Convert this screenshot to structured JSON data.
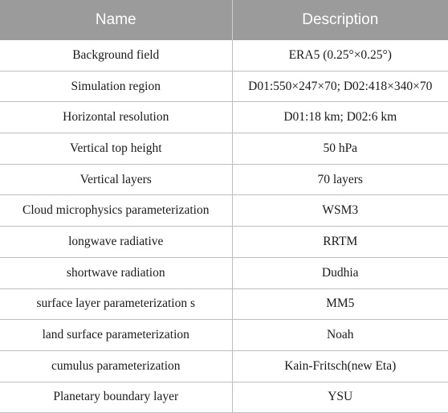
{
  "table": {
    "headers": [
      "Name",
      "Description"
    ],
    "rows": [
      [
        "Background field",
        "ERA5 (0.25°×0.25°)"
      ],
      [
        "Simulation region",
        "D01:550×247×70; D02:418×340×70"
      ],
      [
        "Horizontal resolution",
        "D01:18 km; D02:6 km"
      ],
      [
        "Vertical top height",
        "50 hPa"
      ],
      [
        "Vertical layers",
        "70 layers"
      ],
      [
        "Cloud microphysics parameterization",
        "WSM3"
      ],
      [
        "longwave radiative",
        "RRTM"
      ],
      [
        "shortwave radiation",
        "Dudhia"
      ],
      [
        "surface layer parameterization s",
        "MM5"
      ],
      [
        "land surface parameterization",
        "Noah"
      ],
      [
        "cumulus parameterization",
        "Kain-Fritsch(new Eta)"
      ],
      [
        "Planetary boundary layer",
        "YSU"
      ]
    ]
  }
}
